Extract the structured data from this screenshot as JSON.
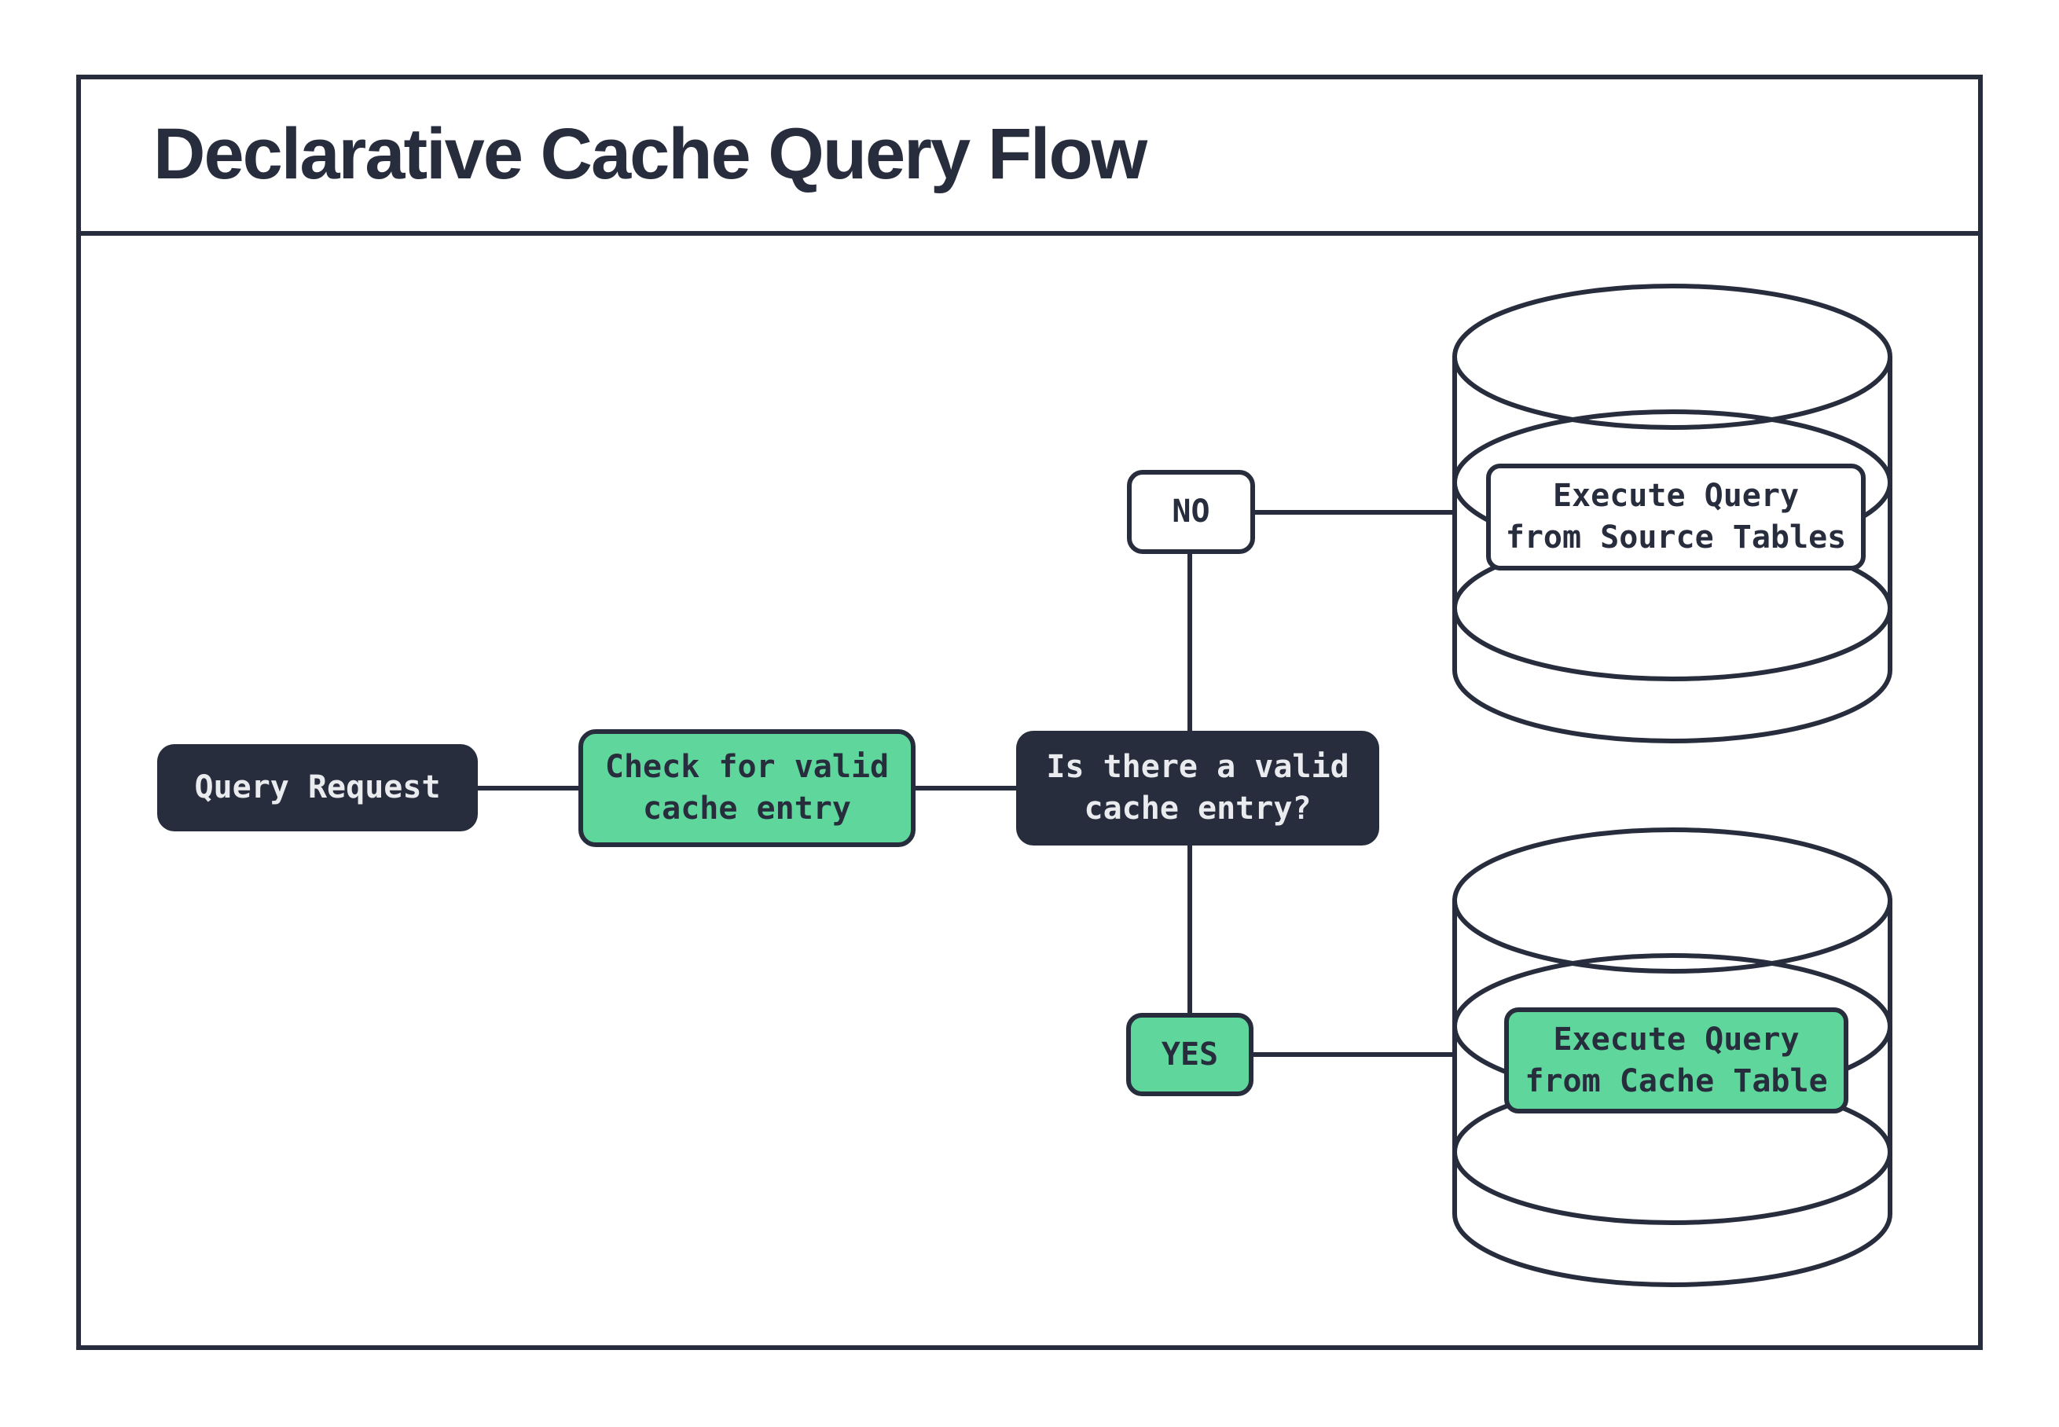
{
  "title": "Declarative Cache Query Flow",
  "colors": {
    "ink": "#272d3c",
    "green": "#5fd79c",
    "paper": "#ffffff",
    "light": "#e9ebee"
  },
  "nodes": {
    "query_request": {
      "label": "Query Request"
    },
    "check_cache": {
      "label": "Check for valid\ncache entry"
    },
    "decision": {
      "label": "Is there a valid\ncache entry?"
    },
    "no_branch": {
      "label": "NO"
    },
    "yes_branch": {
      "label": "YES"
    },
    "execute_source": {
      "label": "Execute Query\nfrom Source Tables"
    },
    "execute_cache": {
      "label": "Execute Query\nfrom Cache Table"
    }
  }
}
